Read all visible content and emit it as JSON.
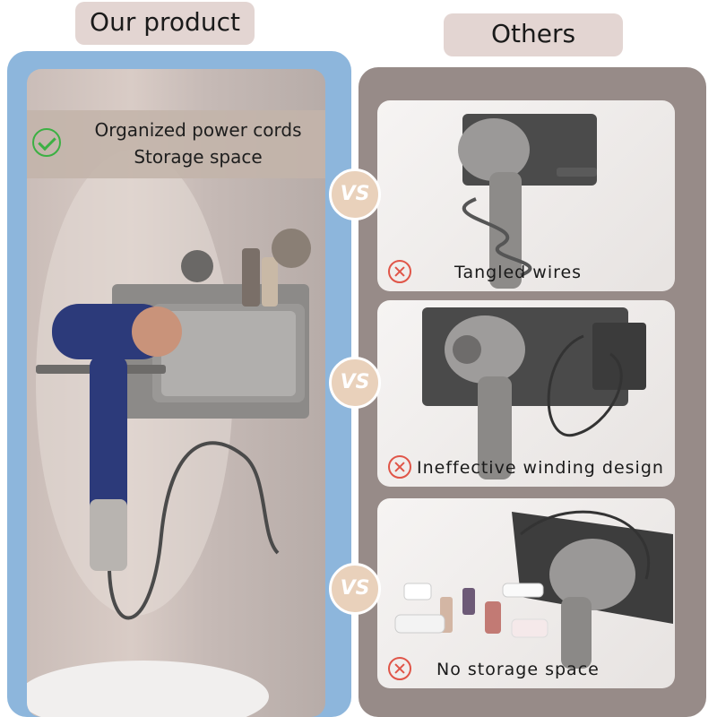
{
  "headers": {
    "left": "Our product",
    "right": "Others"
  },
  "left_panel": {
    "banner_line1": "Organized power cords",
    "banner_line2": "Storage space"
  },
  "vs_label": "VS",
  "comparisons": [
    {
      "caption": "Tangled wires"
    },
    {
      "caption": "Ineffective winding design"
    },
    {
      "caption": "No storage space"
    }
  ],
  "colors": {
    "left_frame": "#8db6dc",
    "right_frame": "#978b88",
    "header_pill": "#e3d5d2",
    "vs_badge": "#e9d1bb",
    "check_green": "#3cb043",
    "x_red": "#e05548"
  }
}
